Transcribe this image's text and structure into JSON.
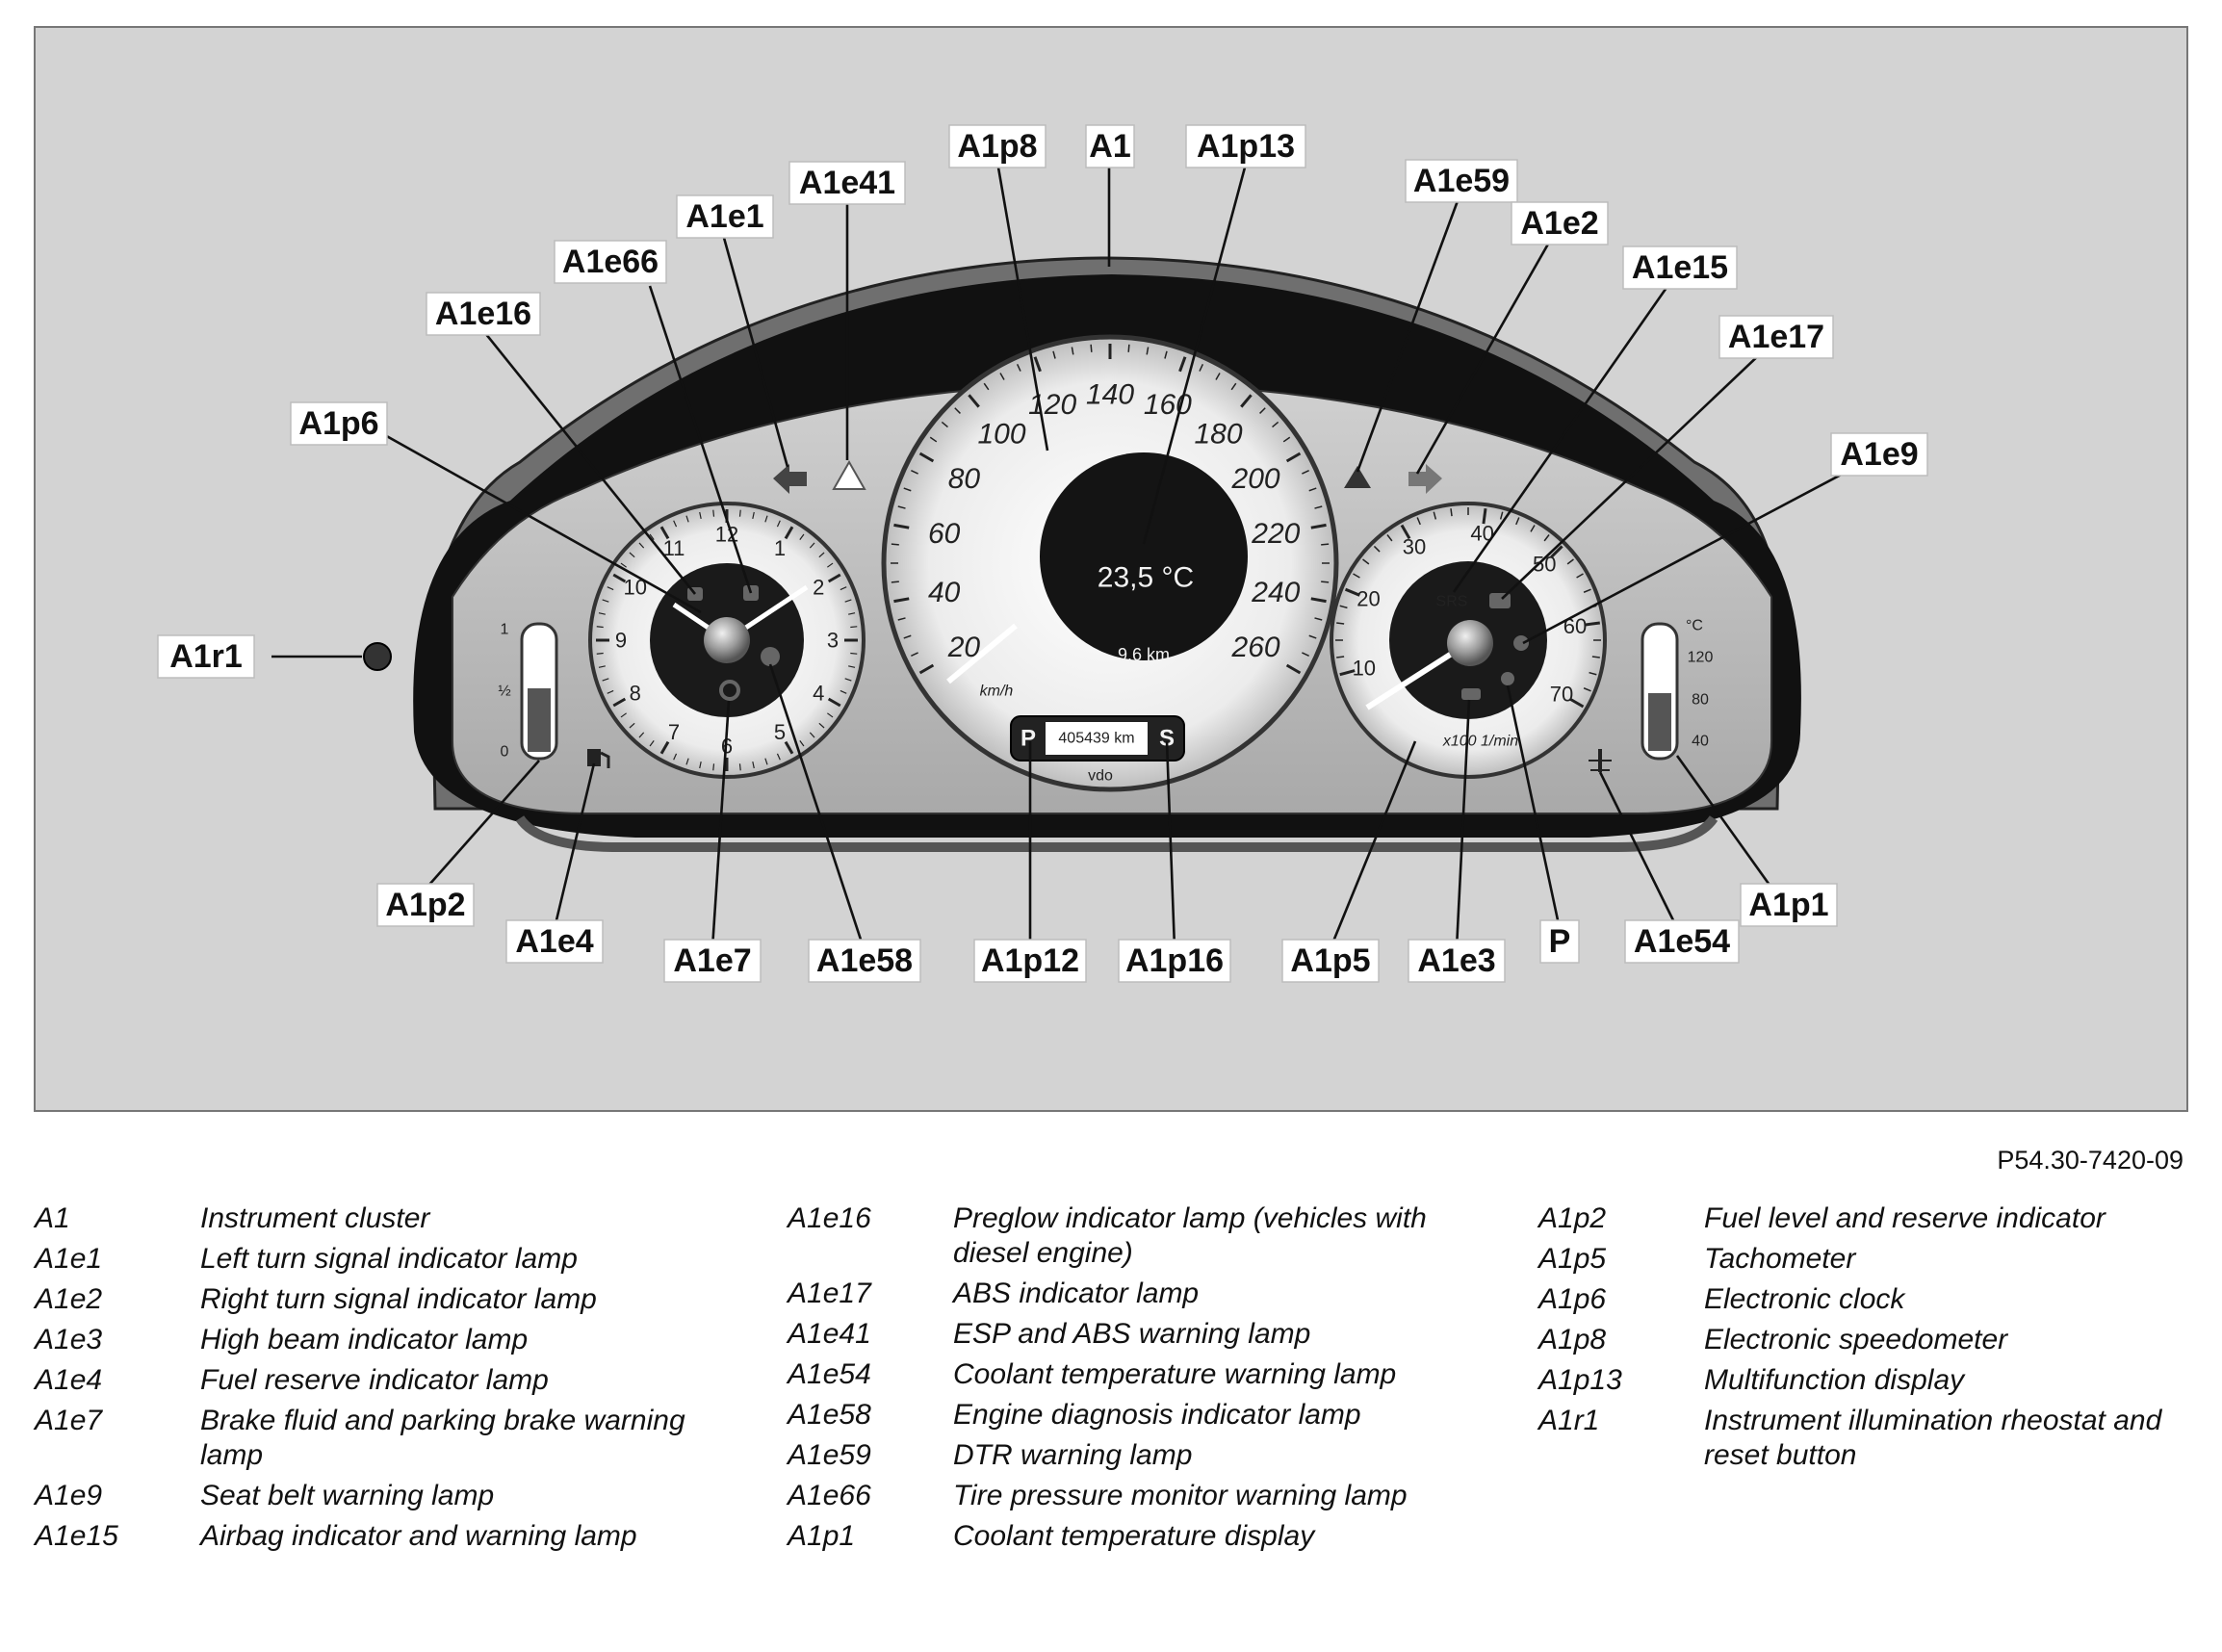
{
  "callouts": {
    "A1": "A1",
    "A1p8": "A1p8",
    "A1p13": "A1p13",
    "A1e41": "A1e41",
    "A1e1": "A1e1",
    "A1e66": "A1e66",
    "A1e16": "A1e16",
    "A1p6": "A1p6",
    "A1r1": "A1r1",
    "A1p2": "A1p2",
    "A1e4": "A1e4",
    "A1e7": "A1e7",
    "A1e58": "A1e58",
    "A1p12": "A1p12",
    "A1p16": "A1p16",
    "A1p5": "A1p5",
    "A1e3": "A1e3",
    "P": "P",
    "A1e54": "A1e54",
    "A1p1": "A1p1",
    "A1e59": "A1e59",
    "A1e2": "A1e2",
    "A1e15": "A1e15",
    "A1e17": "A1e17",
    "A1e9": "A1e9"
  },
  "cluster": {
    "speedometer_numbers": [
      "20",
      "40",
      "60",
      "80",
      "100",
      "120",
      "140",
      "160",
      "180",
      "200",
      "220",
      "240",
      "260"
    ],
    "speed_unit": "km/h",
    "clock_numbers": [
      "12",
      "1",
      "2",
      "3",
      "4",
      "5",
      "6",
      "7",
      "8",
      "9",
      "10",
      "11"
    ],
    "tacho_numbers": [
      "10",
      "20",
      "30",
      "40",
      "50",
      "60",
      "70"
    ],
    "tacho_unit": "x100 1/min",
    "temperature": "23,5 °C",
    "trip": "9,6 km",
    "odometer": "405439 km",
    "gear_p": "P",
    "gear_s": "S",
    "maker": "vdo",
    "fuel_scale": [
      "1",
      "½",
      "0"
    ],
    "coolant_scale": [
      "°C",
      "120",
      "80",
      "40"
    ],
    "srs_label": "SRS"
  },
  "figure_ref": "P54.30-7420-09",
  "legend": {
    "col1": [
      {
        "code": "A1",
        "desc": "Instrument cluster"
      },
      {
        "code": "A1e1",
        "desc": "Left turn signal indicator lamp"
      },
      {
        "code": "A1e2",
        "desc": "Right turn signal indicator lamp"
      },
      {
        "code": "A1e3",
        "desc": "High beam indicator lamp"
      },
      {
        "code": "A1e4",
        "desc": "Fuel reserve indicator lamp"
      },
      {
        "code": "A1e7",
        "desc": "Brake fluid and parking brake warning lamp"
      },
      {
        "code": "A1e9",
        "desc": "Seat belt warning lamp"
      },
      {
        "code": "A1e15",
        "desc": "Airbag indicator and warning lamp"
      }
    ],
    "col2": [
      {
        "code": "A1e16",
        "desc": "Preglow indicator lamp (vehicles with diesel engine)"
      },
      {
        "code": "A1e17",
        "desc": "ABS indicator lamp"
      },
      {
        "code": "A1e41",
        "desc": "ESP and ABS warning lamp"
      },
      {
        "code": "A1e54",
        "desc": "Coolant temperature warning lamp"
      },
      {
        "code": "A1e58",
        "desc": "Engine diagnosis indicator lamp"
      },
      {
        "code": "A1e59",
        "desc": "DTR warning lamp"
      },
      {
        "code": "A1e66",
        "desc": "Tire pressure monitor warning lamp"
      },
      {
        "code": "A1p1",
        "desc": "Coolant temperature display"
      }
    ],
    "col3": [
      {
        "code": "A1p2",
        "desc": "Fuel level and reserve indicator"
      },
      {
        "code": "A1p5",
        "desc": "Tachometer"
      },
      {
        "code": "A1p6",
        "desc": "Electronic clock"
      },
      {
        "code": "A1p8",
        "desc": "Electronic speedometer"
      },
      {
        "code": "A1p13",
        "desc": "Multifunction display"
      },
      {
        "code": "A1r1",
        "desc": "Instrument illumination rheostat and reset button"
      }
    ]
  }
}
